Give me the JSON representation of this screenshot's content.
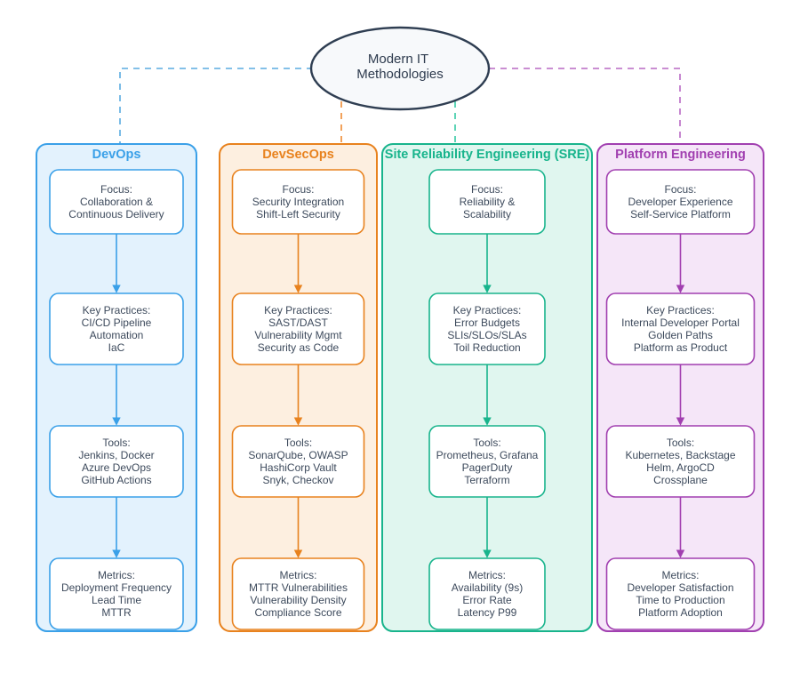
{
  "diagram": {
    "title": "Modern IT Methodologies",
    "root": {
      "name": "root-node",
      "label_line1": "Modern IT",
      "label_line2": "Methodologies",
      "fill": "#f7f9fb",
      "stroke": "#2f3e52"
    },
    "columns": [
      {
        "id": "devops",
        "title": "DevOps",
        "accent": "#3aa0e8",
        "lane_fill": "#e3f2fd",
        "lane_stroke": "#3aa0e8",
        "connector_color": "#5aabe0",
        "nodes": [
          {
            "id": "focus",
            "lines": [
              "Focus:",
              "Collaboration &",
              "Continuous Delivery"
            ]
          },
          {
            "id": "practices",
            "lines": [
              "Key Practices:",
              "CI/CD Pipeline",
              "Automation",
              "IaC"
            ]
          },
          {
            "id": "tools",
            "lines": [
              "Tools:",
              "Jenkins, Docker",
              "Azure DevOps",
              "GitHub Actions"
            ]
          },
          {
            "id": "metrics",
            "lines": [
              "Metrics:",
              "Deployment Frequency",
              "Lead Time",
              "MTTR"
            ]
          }
        ]
      },
      {
        "id": "devsecops",
        "title": "DevSecOps",
        "accent": "#e8821e",
        "lane_fill": "#fdefe0",
        "lane_stroke": "#e8821e",
        "connector_color": "#ef8b33",
        "nodes": [
          {
            "id": "focus",
            "lines": [
              "Focus:",
              "Security Integration",
              "Shift-Left Security"
            ]
          },
          {
            "id": "practices",
            "lines": [
              "Key Practices:",
              "SAST/DAST",
              "Vulnerability Mgmt",
              "Security as Code"
            ]
          },
          {
            "id": "tools",
            "lines": [
              "Tools:",
              "SonarQube, OWASP",
              "HashiCorp Vault",
              "Snyk, Checkov"
            ]
          },
          {
            "id": "metrics",
            "lines": [
              "Metrics:",
              "MTTR Vulnerabilities",
              "Vulnerability Density",
              "Compliance Score"
            ]
          }
        ]
      },
      {
        "id": "sre",
        "title": "Site Reliability Engineering (SRE)",
        "accent": "#18b48c",
        "lane_fill": "#e0f6ef",
        "lane_stroke": "#18b48c",
        "connector_color": "#36c9a4",
        "nodes": [
          {
            "id": "focus",
            "lines": [
              "Focus:",
              "Reliability &",
              "Scalability"
            ]
          },
          {
            "id": "practices",
            "lines": [
              "Key Practices:",
              "Error Budgets",
              "SLIs/SLOs/SLAs",
              "Toil Reduction"
            ]
          },
          {
            "id": "tools",
            "lines": [
              "Tools:",
              "Prometheus, Grafana",
              "PagerDuty",
              "Terraform"
            ]
          },
          {
            "id": "metrics",
            "lines": [
              "Metrics:",
              "Availability (9s)",
              "Error Rate",
              "Latency P99"
            ]
          }
        ]
      },
      {
        "id": "platform",
        "title": "Platform Engineering",
        "accent": "#a13fb0",
        "lane_fill": "#f5e6f8",
        "lane_stroke": "#a13fb0",
        "connector_color": "#b869c4",
        "nodes": [
          {
            "id": "focus",
            "lines": [
              "Focus:",
              "Developer Experience",
              "Self-Service Platform"
            ]
          },
          {
            "id": "practices",
            "lines": [
              "Key Practices:",
              "Internal Developer Portal",
              "Golden Paths",
              "Platform as Product"
            ]
          },
          {
            "id": "tools",
            "lines": [
              "Tools:",
              "Kubernetes, Backstage",
              "Helm, ArgoCD",
              "Crossplane"
            ]
          },
          {
            "id": "metrics",
            "lines": [
              "Metrics:",
              "Developer Satisfaction",
              "Time to Production",
              "Platform Adoption"
            ]
          }
        ]
      }
    ]
  }
}
